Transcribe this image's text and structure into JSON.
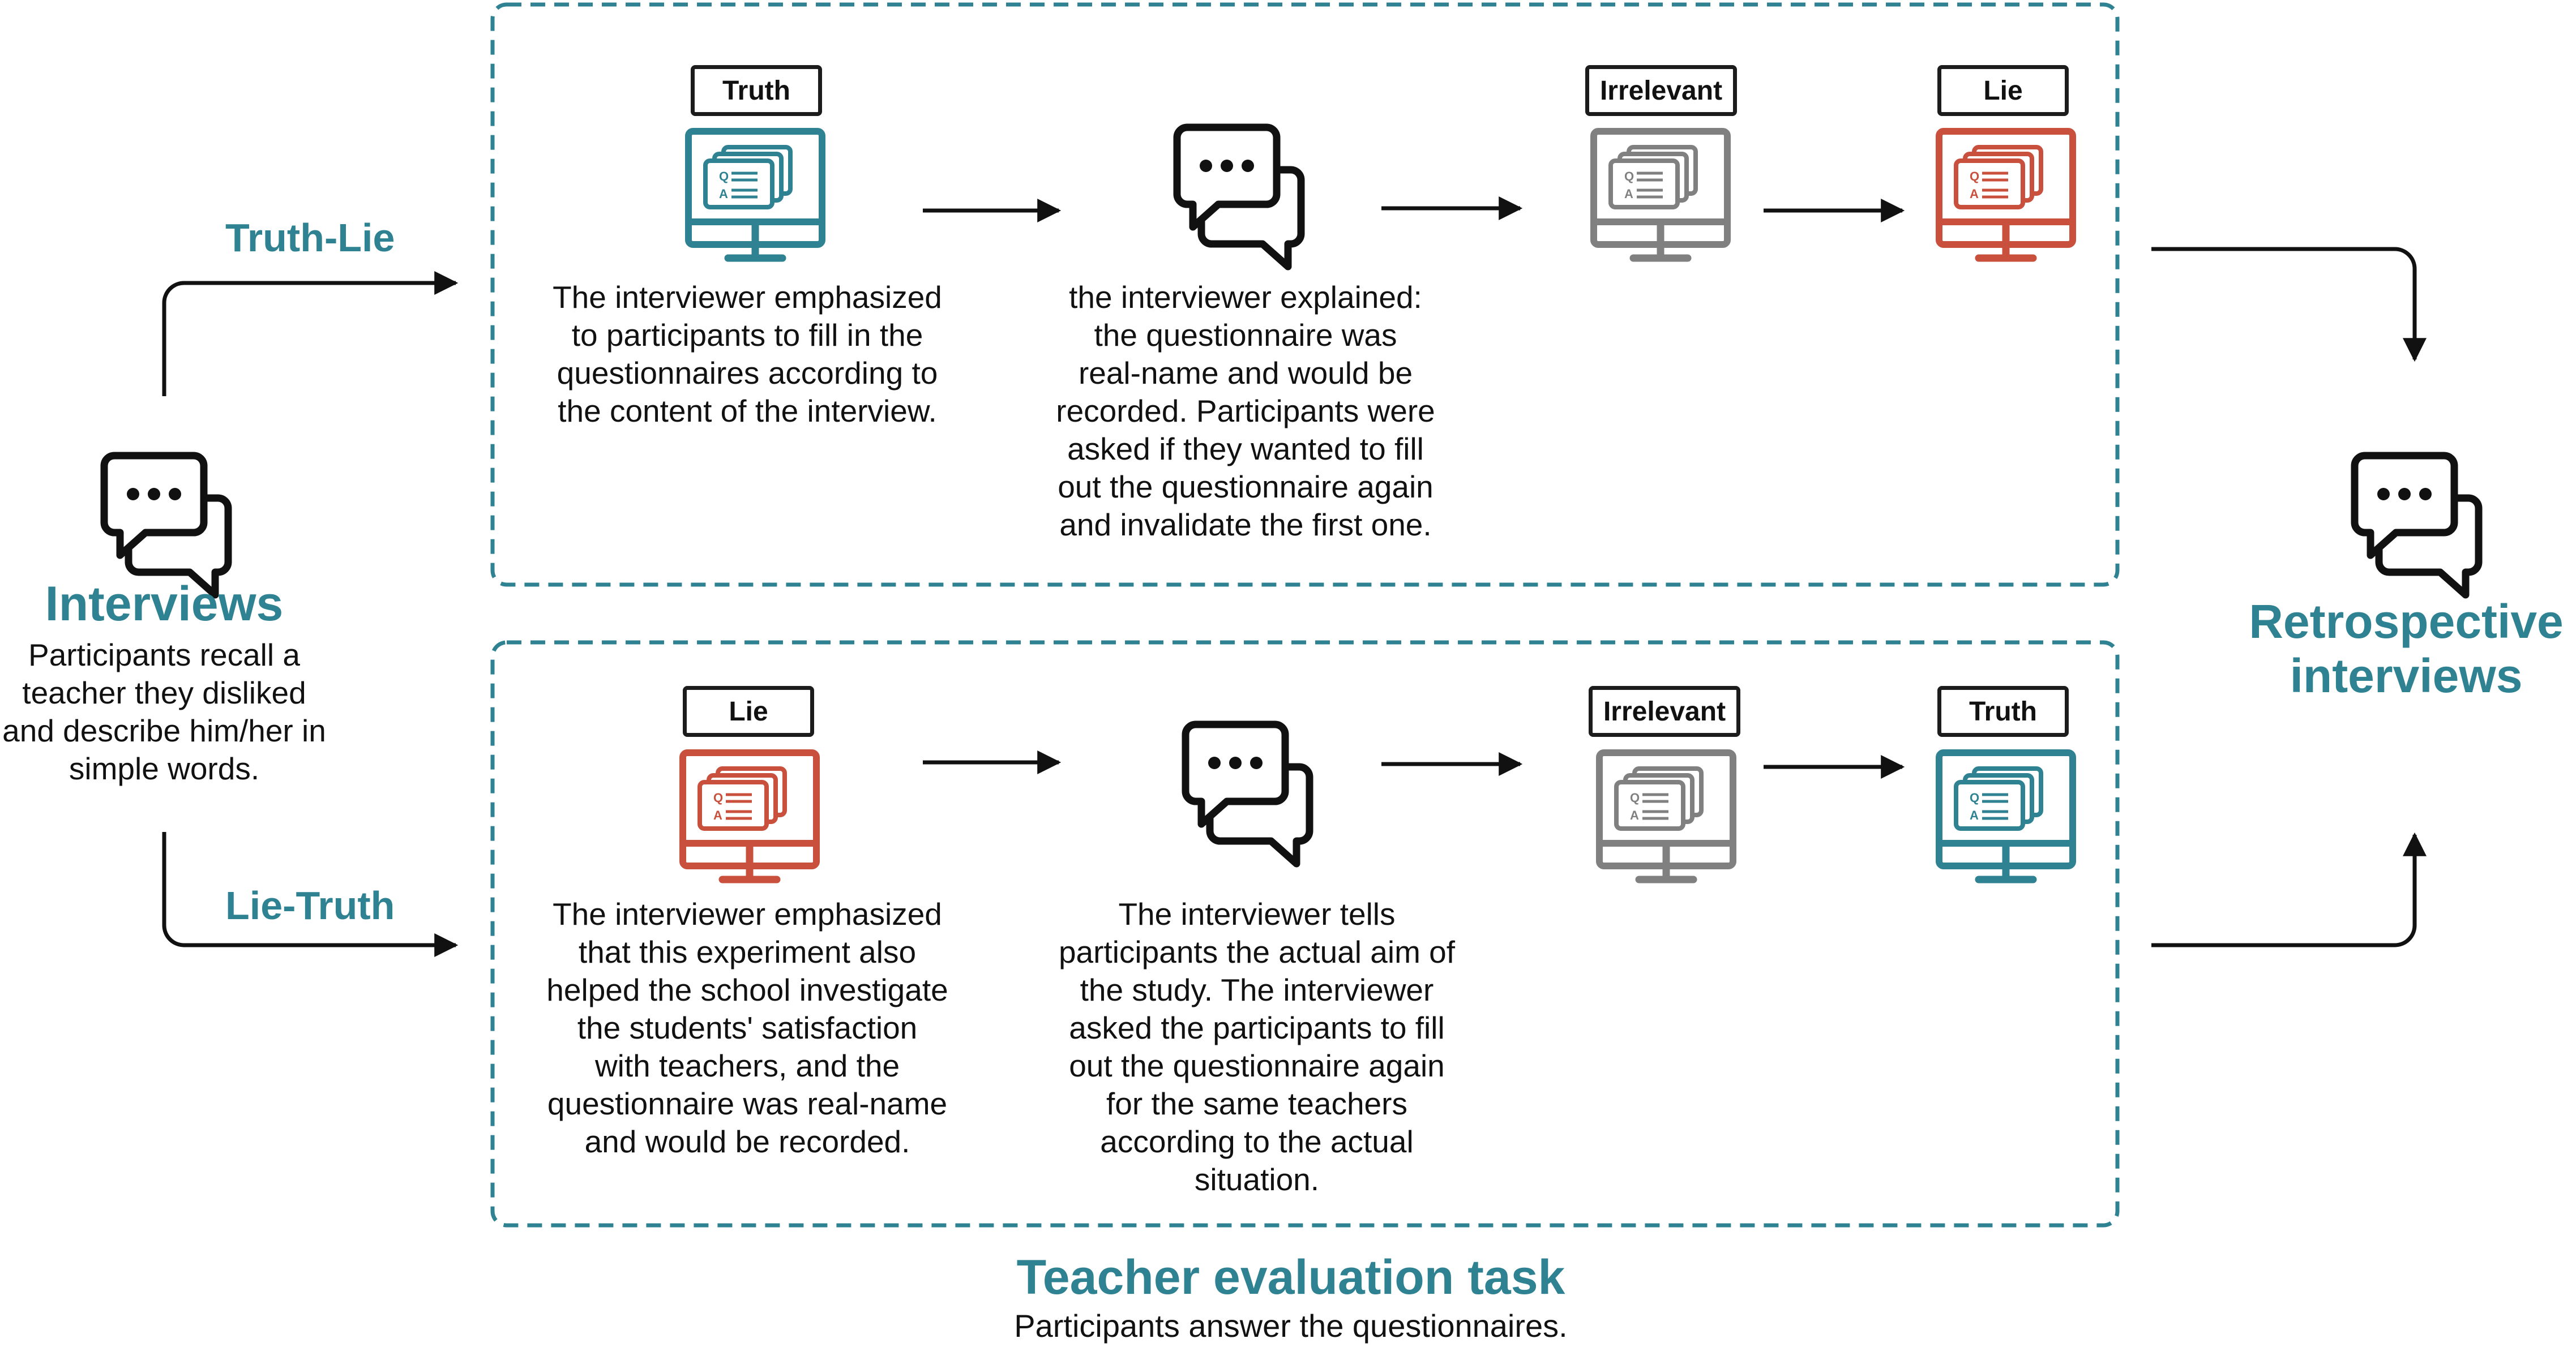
{
  "interviews": {
    "title": "Interviews",
    "text": "Participants recall a\nteacher they disliked\nand describe him/her in\nsimple words."
  },
  "branches": {
    "truth_lie": "Truth-Lie",
    "lie_truth": "Lie-Truth"
  },
  "top_row": {
    "first_label": "Truth",
    "first_text": "The interviewer emphasized\nto participants to fill in the\nquestionnaires according to\nthe content of the interview.",
    "middle_text": "the interviewer explained:\nthe questionnaire was\nreal-name and would be\nrecorded. Participants were\nasked if they wanted to fill\nout the questionnaire again\nand invalidate the first one.",
    "third_label": "Irrelevant",
    "fourth_label": "Lie"
  },
  "bottom_row": {
    "first_label": "Lie",
    "first_text": "The interviewer emphasized\nthat this experiment also\nhelped the school investigate\nthe students' satisfaction\nwith teachers, and the\nquestionnaire was real-name\nand would be recorded.",
    "middle_text": "The interviewer tells\nparticipants the actual aim of\nthe study. The interviewer\nasked the participants to fill\nout the questionnaire again\nfor the same teachers\naccording to the actual\nsituation.",
    "third_label": "Irrelevant",
    "fourth_label": "Truth"
  },
  "retrospective": {
    "title": "Retrospective\ninterviews"
  },
  "task": {
    "title": "Teacher evaluation task",
    "subtitle": "Participants answer the questionnaires."
  },
  "colors": {
    "truth": "#2f8291",
    "lie": "#c8503c",
    "irrelevant": "#808080",
    "frame": "#2f8291",
    "ink": "#1c1c1c"
  },
  "icons": [
    "chat-bubbles-icon",
    "monitor-questionnaire-icon"
  ]
}
